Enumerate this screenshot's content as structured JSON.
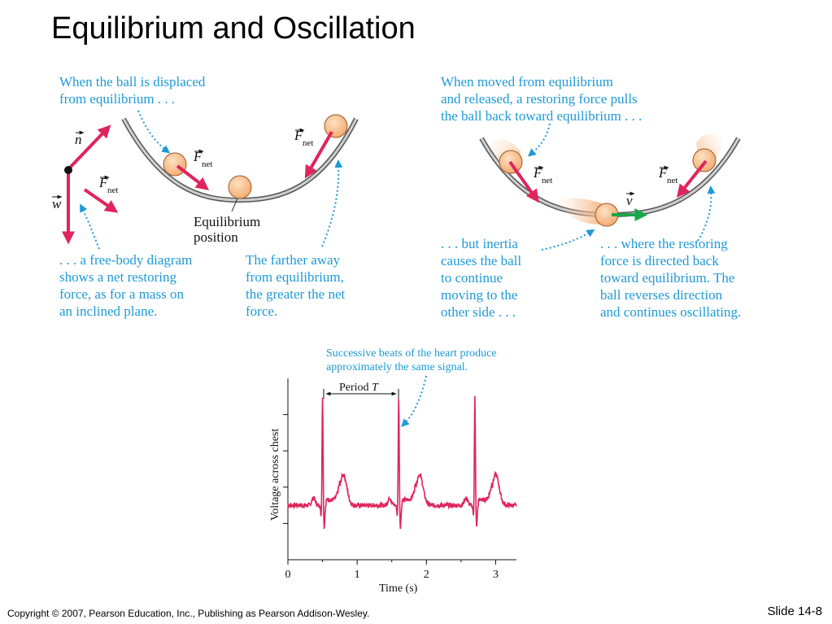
{
  "slide": {
    "title": "Equilibrium and Oscillation",
    "copyright": "Copyright © 2007, Pearson Education, Inc., Publishing as Pearson Addison-Wesley.",
    "slide_number": "Slide 14-8"
  },
  "left_panel": {
    "caption_top": [
      "When the ball is displaced",
      "from equilibrium . . ."
    ],
    "caption_fbd": [
      ". . . a free-body diagram",
      "shows a net restoring",
      "force, as for a mass on",
      "an inclined plane."
    ],
    "caption_farther": [
      "The farther away",
      "from equilibrium,",
      "the greater the net",
      "force."
    ],
    "equilibrium_label": [
      "Equilibrium",
      "position"
    ],
    "vector_n": "n",
    "vector_w": "w",
    "vector_f": "F",
    "sub_net": "net"
  },
  "right_panel": {
    "caption_top": [
      "When moved from equilibrium",
      "and released, a restoring force pulls",
      "the ball back toward equilibrium . . ."
    ],
    "caption_inertia": [
      ". . . but inertia",
      "causes the ball",
      "to continue",
      "moving to the",
      "other side . . ."
    ],
    "caption_reverse": [
      ". . . where the restoring",
      "force is directed back",
      "toward equilibrium. The",
      "ball reverses direction",
      "and continues oscillating."
    ],
    "vector_v": "v",
    "vector_f": "F",
    "sub_net": "net"
  },
  "ecg": {
    "annotation": [
      "Successive beats of the heart produce",
      "approximately the same signal."
    ],
    "period_label": "Period",
    "period_symbol": "T",
    "ylabel": "Voltage across chest",
    "xlabel": "Time (s)"
  },
  "chart_data": {
    "type": "line",
    "title": "",
    "xlabel": "Time (s)",
    "ylabel": "Voltage across chest",
    "xlim": [
      0,
      3.3
    ],
    "x_ticks": [
      0,
      1,
      2,
      3
    ],
    "x_tick_labels": [
      "0",
      "1",
      "2",
      "3"
    ],
    "ylim": [
      0,
      1
    ],
    "y_tick_labels": [],
    "beat_times_s": [
      0.5,
      1.6,
      2.7
    ],
    "period_s": 1.1,
    "line_color": "#e0245e"
  },
  "colors": {
    "caption_blue": "#1e9ad6",
    "force_red": "#e0245e",
    "velocity_green": "#19a84a",
    "ball_fill": "#f8b983",
    "ball_stroke": "#9a5a2a"
  }
}
